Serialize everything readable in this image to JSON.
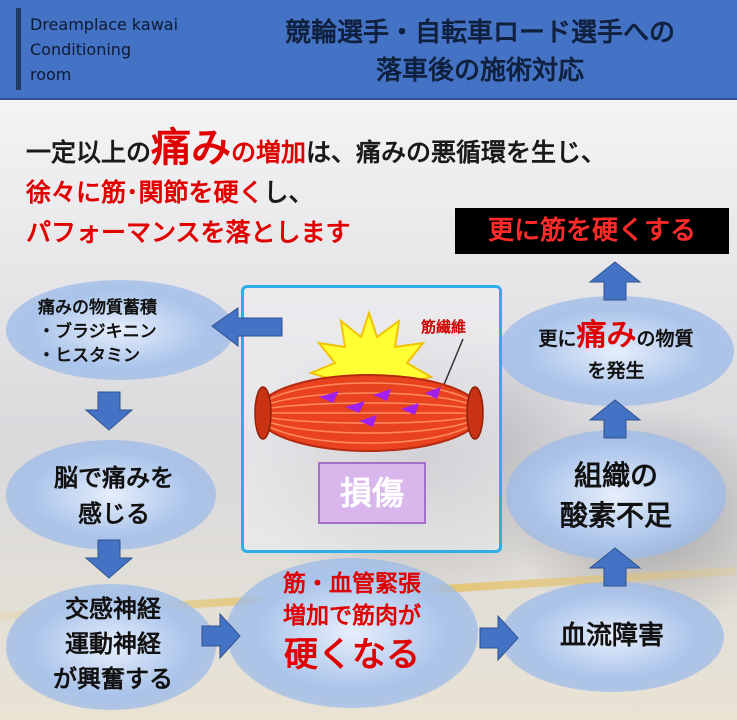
{
  "header": {
    "brand_lines": [
      "Dreamplace kawai",
      "Conditioning",
      "room"
    ],
    "title_lines": [
      "競輪選手・自転車ロード選手への",
      "落車後の施術対応"
    ]
  },
  "intro": {
    "line1_pre": "一定以上の",
    "line1_big": "痛み",
    "line1_mid": "の",
    "line1_red": "増加",
    "line1_post": "は、痛みの悪循環を生じ、",
    "line2_red": "徐々に筋･関節を硬く",
    "line2_post": "し、",
    "line3_red": "パフォーマンスを落とします"
  },
  "banner": "更に筋を硬くする",
  "center": {
    "fiber_label": "筋繊維",
    "damage_label": "損傷"
  },
  "clouds": {
    "substance": [
      "痛みの物質蓄積",
      "・ブラジキニン",
      "・ヒスタミン"
    ],
    "brain": [
      "脳で痛みを",
      "感じる"
    ],
    "nerves": [
      "交感神経",
      "運動神経",
      "が興奮する"
    ],
    "tension": [
      "筋・血管緊張",
      "増加で筋肉が",
      "硬くなる"
    ],
    "bloodflow": "血流障害",
    "oxygen": [
      "組織の",
      "酸素不足"
    ],
    "more_pain_pre": "更に",
    "more_pain_red": "痛み",
    "more_pain_post": "の物質",
    "more_pain_line2": "を発生"
  },
  "colors": {
    "header": "#4472c4",
    "cloud": "#a9c3ea",
    "arrow": "#4472c4",
    "accent_red": "#e00000",
    "box_border": "#2eaee6"
  }
}
